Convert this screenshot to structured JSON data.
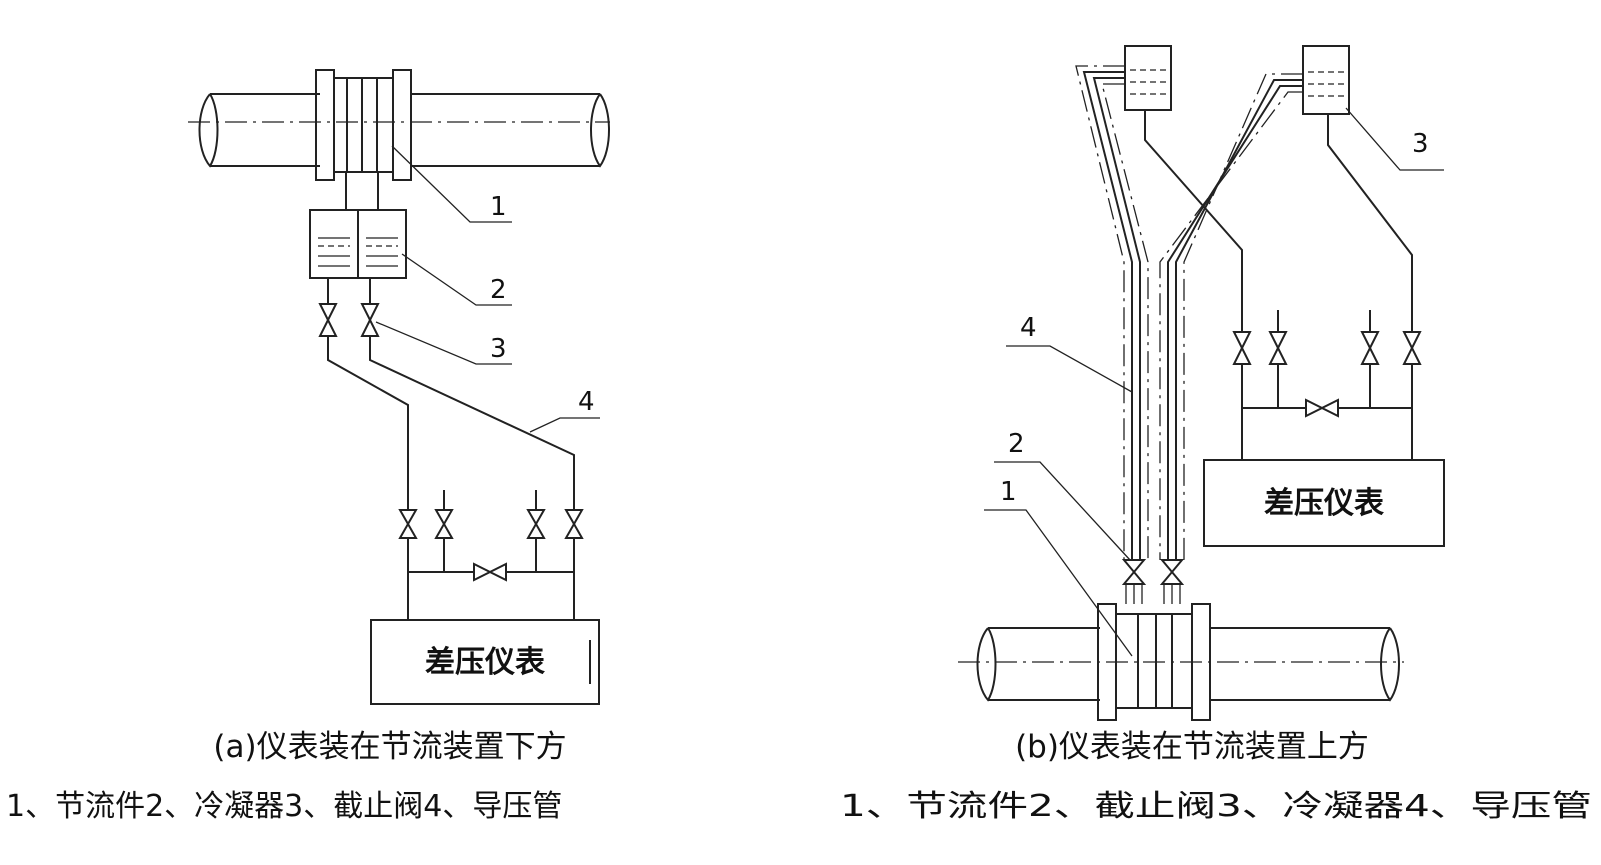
{
  "panel_a": {
    "labels": [
      "1",
      "2",
      "3",
      "4"
    ],
    "instrument_label": "差压仪表",
    "caption": "(a)仪表装在节流装置下方",
    "legend": "1、节流件2、冷凝器3、截止阀4、导压管"
  },
  "panel_b": {
    "labels": [
      "1",
      "2",
      "3",
      "4"
    ],
    "instrument_label": "差压仪表",
    "caption": "(b)仪表装在节流装置上方",
    "legend": "1、节流件2、截止阀3、冷凝器4、导压管"
  }
}
